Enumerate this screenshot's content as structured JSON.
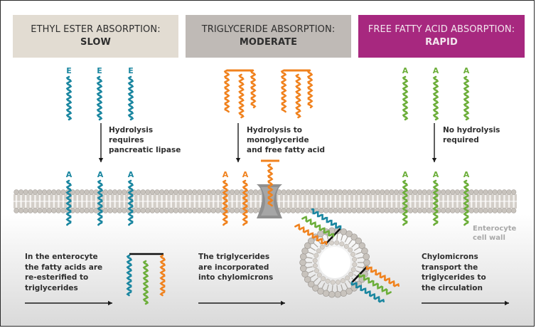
{
  "headers": [
    {
      "title": "ETHYL ESTER ABSORPTION:",
      "speed": "SLOW",
      "color": "#e2dcd2"
    },
    {
      "title": "TRIGLYCERIDE ABSORPTION:",
      "speed": "MODERATE",
      "color": "#bfbab6"
    },
    {
      "title": "FREE FATTY ACID ABSORPTION:",
      "speed": "RAPID",
      "color": "#a7287f"
    }
  ],
  "molecule_labels": {
    "ethyl_ester": "E",
    "fatty_acid": "A"
  },
  "steps": [
    {
      "lines": [
        "Hydrolysis",
        "requires",
        "pancreatic lipase"
      ]
    },
    {
      "lines": [
        "Hydrolysis to",
        "monoglyceride",
        "and free fatty acid"
      ]
    },
    {
      "lines": [
        "No hydrolysis",
        "required"
      ]
    }
  ],
  "membrane_label": [
    "Enterocyte",
    "cell wall"
  ],
  "captions": [
    {
      "lines": [
        "In the enterocyte",
        "the fatty acids are",
        "re-esterified to",
        "triglycerides"
      ]
    },
    {
      "lines": [
        "The triglycerides",
        "are incorporated",
        "into chylomicrons"
      ]
    },
    {
      "lines": [
        "Chylomicrons",
        "transport the",
        "triglycerides to",
        "the circulation"
      ]
    }
  ],
  "colors": {
    "ethyl_ester": "#1a86a0",
    "triglyceride": "#f0821e",
    "free_fatty_acid": "#6cae3a",
    "membrane": "#c8c3bd",
    "glycerol_backbone": "#111111"
  }
}
